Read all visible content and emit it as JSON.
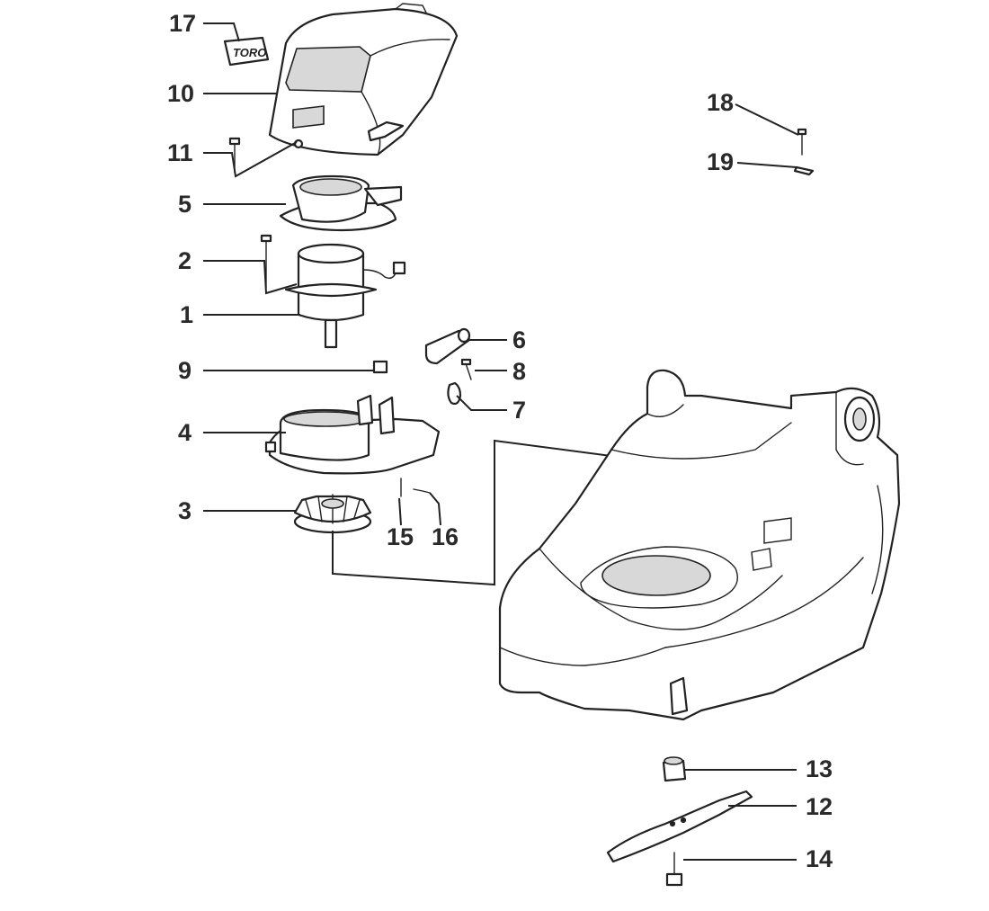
{
  "logo_text": "TORO",
  "parts": [
    {
      "id": "p17",
      "number": "17",
      "name": "decal"
    },
    {
      "id": "p10",
      "number": "10",
      "name": "motor-cover"
    },
    {
      "id": "p11",
      "number": "11",
      "name": "cover-screw"
    },
    {
      "id": "p5",
      "number": "5",
      "name": "air-duct"
    },
    {
      "id": "p2",
      "number": "2",
      "name": "motor-screw"
    },
    {
      "id": "p1",
      "number": "1",
      "name": "motor"
    },
    {
      "id": "p9",
      "number": "9",
      "name": "clip"
    },
    {
      "id": "p4",
      "number": "4",
      "name": "fan-housing"
    },
    {
      "id": "p3",
      "number": "3",
      "name": "fan"
    },
    {
      "id": "p6",
      "number": "6",
      "name": "roller"
    },
    {
      "id": "p8",
      "number": "8",
      "name": "screw"
    },
    {
      "id": "p7",
      "number": "7",
      "name": "clip"
    },
    {
      "id": "p15",
      "number": "15",
      "name": "spring-pin"
    },
    {
      "id": "p16",
      "number": "16",
      "name": "spring"
    },
    {
      "id": "p18",
      "number": "18",
      "name": "screw"
    },
    {
      "id": "p19",
      "number": "19",
      "name": "washer"
    },
    {
      "id": "p13",
      "number": "13",
      "name": "blade-adapter"
    },
    {
      "id": "p12",
      "number": "12",
      "name": "blade"
    },
    {
      "id": "p14",
      "number": "14",
      "name": "blade-bolt"
    }
  ]
}
